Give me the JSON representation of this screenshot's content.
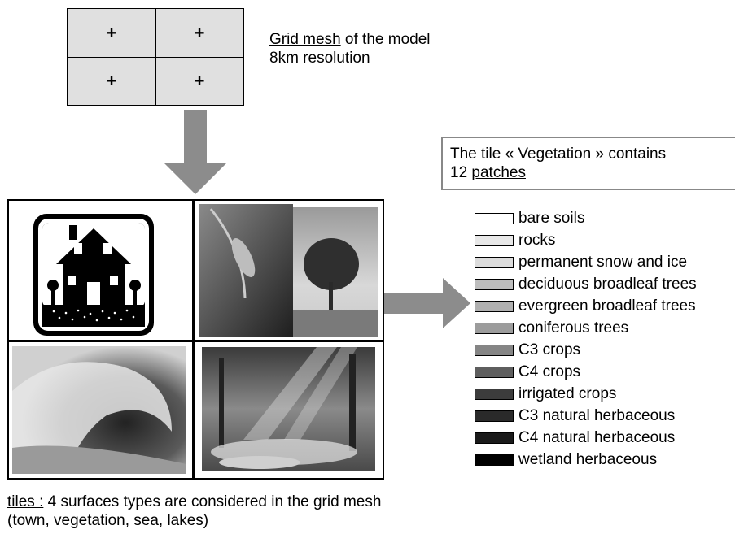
{
  "grid": {
    "title_underlined": "Grid mesh",
    "title_rest": " of the model",
    "resolution": "8km resolution",
    "marker": "+"
  },
  "tile_box": {
    "line1": "The tile « Vegetation » contains",
    "line2_prefix": "12 ",
    "line2_underlined": "patches"
  },
  "patches": [
    {
      "label": "bare soils",
      "color": "#ffffff"
    },
    {
      "label": "rocks",
      "color": "#e8e8e8"
    },
    {
      "label": "permanent snow and ice",
      "color": "#dcdcdc"
    },
    {
      "label": "deciduous broadleaf trees",
      "color": "#bdbdbd"
    },
    {
      "label": "evergreen broadleaf trees",
      "color": "#b0b0b0"
    },
    {
      "label": "coniferous trees",
      "color": "#9c9c9c"
    },
    {
      "label": "C3 crops",
      "color": "#858585"
    },
    {
      "label": "C4 crops",
      "color": "#5e5e5e"
    },
    {
      "label": "irrigated crops",
      "color": "#3c3c3c"
    },
    {
      "label": "C3 natural herbaceous",
      "color": "#2a2a2a"
    },
    {
      "label": "C4 natural herbaceous",
      "color": "#1a1a1a"
    },
    {
      "label": "wetland herbaceous",
      "color": "#000000"
    }
  ],
  "footer": {
    "underlined": "tiles :",
    "rest": " 4 surfaces types are considered in the grid mesh",
    "line2": "(town, vegetation, sea, lakes)"
  },
  "arrow_color": "#8c8c8c"
}
